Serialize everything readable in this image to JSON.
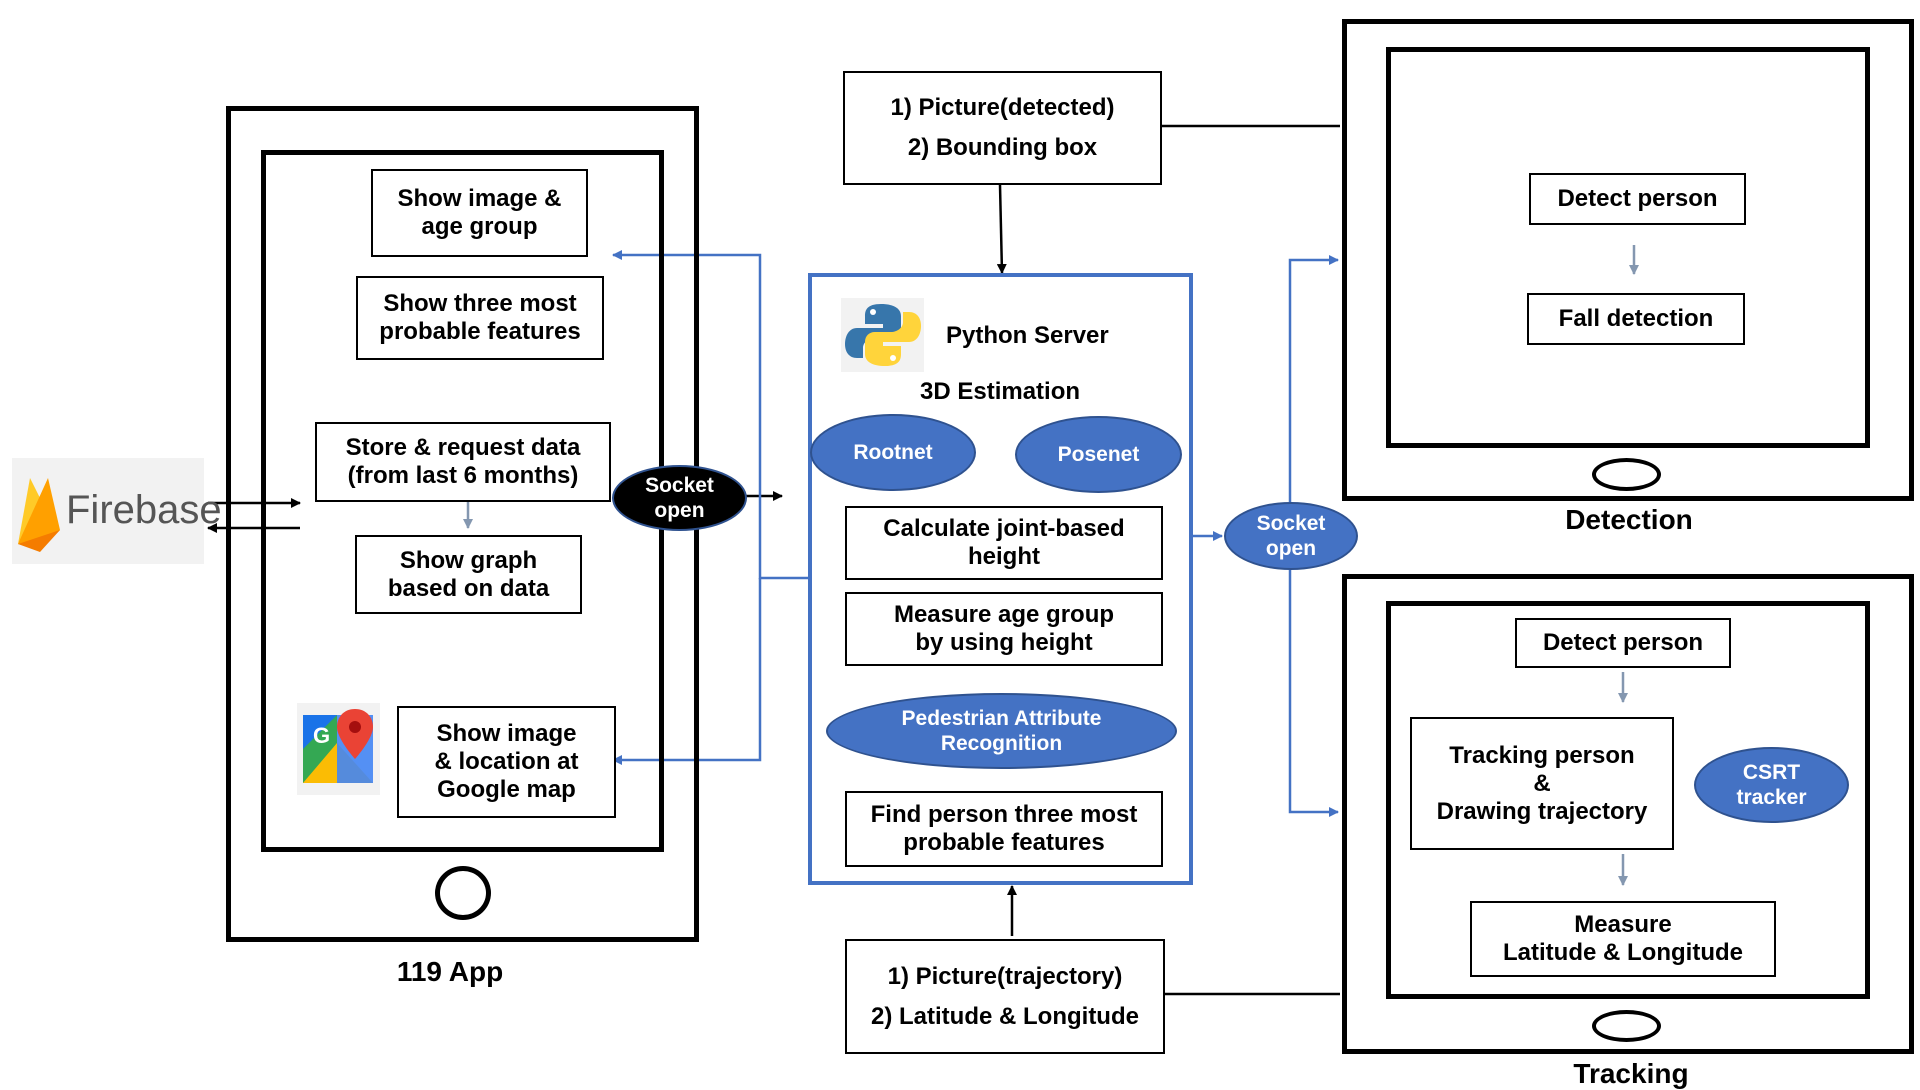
{
  "app": {
    "caption": "119 App",
    "show_image_age": "Show image &\nage group",
    "show_three_features": "Show three most\nprobable features",
    "store_request": "Store & request data\n(from last 6 months)",
    "show_graph": "Show graph\nbased on  data",
    "show_image_location": "Show image\n& location at\nGoogle map"
  },
  "firebase": {
    "label": "Firebase"
  },
  "socket_left": {
    "label": "Socket\nopen"
  },
  "socket_right": {
    "label": "Socket\nopen"
  },
  "top_input": {
    "text": "1)  Picture(detected)\n2) Bounding box"
  },
  "bottom_input": {
    "text": "1) Picture(trajectory)\n2) Latitude & Longitude"
  },
  "server": {
    "title": "Python Server",
    "subtitle": "3D Estimation",
    "rootnet": "Rootnet",
    "posenet": "Posenet",
    "calc_height": "Calculate joint-based\nheight",
    "measure_age": "Measure age group\nby using height",
    "par": "Pedestrian Attribute\nRecognition",
    "find_features": "Find person three most\nprobable features"
  },
  "detection": {
    "caption": "Detection",
    "detect_person": "Detect person",
    "fall_detection": "Fall detection"
  },
  "tracking": {
    "caption": "Tracking",
    "detect_person": "Detect person",
    "tracking_person": "Tracking person\n&\nDrawing trajectory",
    "csrt": "CSRT\ntracker",
    "measure_latlon": "Measure\nLatitude & Longitude"
  },
  "colors": {
    "accent_blue": "#4472c4",
    "connector_blue": "#4472c4",
    "arrow_gray": "#8497b0"
  }
}
